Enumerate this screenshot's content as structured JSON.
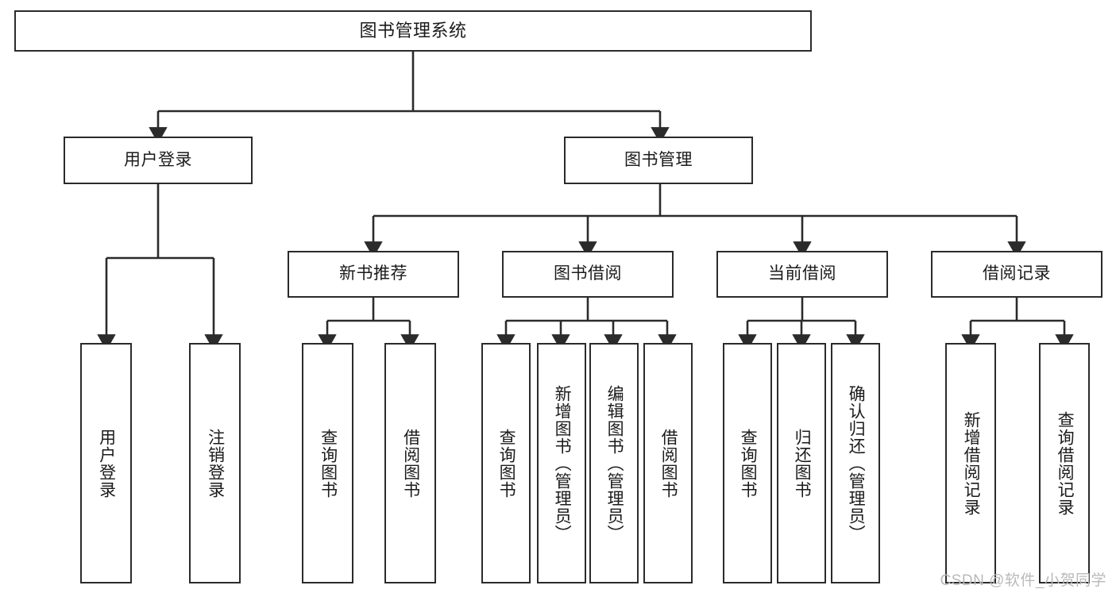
{
  "diagram": {
    "title": "图书管理系统",
    "type": "tree-hierarchy-chart",
    "watermark": "CSDN @软件_小贺同学",
    "colors": {
      "box_border": "#2b2b2b",
      "box_fill": "#ffffff",
      "connector": "#2b2b2b",
      "text": "#1b1b1b",
      "watermark": "#b9b9b9",
      "canvas": "#ffffff"
    },
    "nodes": {
      "root": {
        "label": "图书管理系统"
      },
      "level2": [
        {
          "id": "user-login",
          "label": "用户登录"
        },
        {
          "id": "book-management",
          "label": "图书管理"
        }
      ],
      "level3": [
        {
          "id": "new-book-recommend",
          "label": "新书推荐"
        },
        {
          "id": "book-borrow",
          "label": "图书借阅"
        },
        {
          "id": "current-borrow",
          "label": "当前借阅"
        },
        {
          "id": "borrow-record",
          "label": "借阅记录"
        }
      ],
      "leaves": {
        "user_login": [
          {
            "id": "leaf-user-login",
            "label": "用户登录"
          },
          {
            "id": "leaf-logout-login",
            "label": "注销登录"
          }
        ],
        "new_book_recommend": [
          {
            "id": "leaf-query-book-1",
            "label": "查询图书"
          },
          {
            "id": "leaf-borrow-book-1",
            "label": "借阅图书"
          }
        ],
        "book_borrow": [
          {
            "id": "leaf-query-book-2",
            "label": "查询图书"
          },
          {
            "id": "leaf-add-book",
            "label": "新增图书（管理员）"
          },
          {
            "id": "leaf-edit-book",
            "label": "编辑图书（管理员）"
          },
          {
            "id": "leaf-borrow-book-2",
            "label": "借阅图书"
          }
        ],
        "current_borrow": [
          {
            "id": "leaf-query-book-3",
            "label": "查询图书"
          },
          {
            "id": "leaf-return-book",
            "label": "归还图书"
          },
          {
            "id": "leaf-confirm-return",
            "label": "确认归还（管理员）"
          }
        ],
        "borrow_record": [
          {
            "id": "leaf-add-record",
            "label": "新增借阅记录"
          },
          {
            "id": "leaf-query-record",
            "label": "查询借阅记录"
          }
        ]
      }
    }
  }
}
